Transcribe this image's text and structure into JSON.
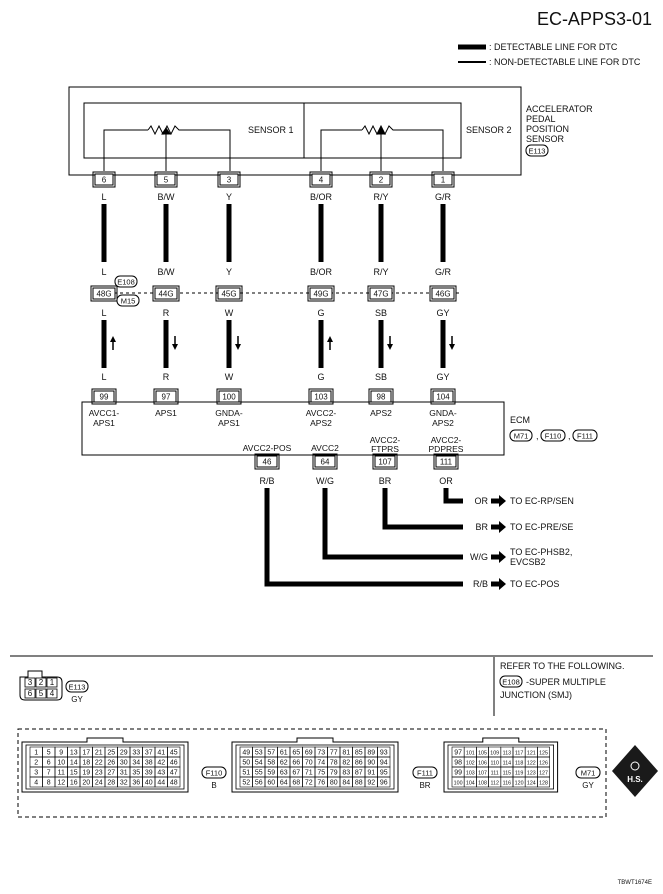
{
  "header": {
    "title": "EC-APPS3-01"
  },
  "legend": {
    "detectable": ": DETECTABLE LINE FOR DTC",
    "non_detectable": ": NON-DETECTABLE LINE FOR DTC"
  },
  "sensor": {
    "label_lines": [
      "ACCELERATOR",
      "PEDAL",
      "POSITION",
      "SENSOR"
    ],
    "connector": "E113",
    "sensor1_label": "SENSOR 1",
    "sensor2_label": "SENSOR 2"
  },
  "columns": [
    {
      "sensor_pin": "6",
      "wire_top": "L",
      "wire_mid": "L",
      "junction_pin": "48G",
      "wire_low": "L",
      "arrow": "up",
      "wire_ecm": "L",
      "ecm_pin": "99",
      "ecm_label": [
        "AVCC1-",
        "APS1"
      ]
    },
    {
      "sensor_pin": "5",
      "wire_top": "B/W",
      "wire_mid": "B/W",
      "junction_pin": "44G",
      "wire_low": "R",
      "arrow": "down",
      "wire_ecm": "R",
      "ecm_pin": "97",
      "ecm_label": [
        "APS1"
      ]
    },
    {
      "sensor_pin": "3",
      "wire_top": "Y",
      "wire_mid": "Y",
      "junction_pin": "45G",
      "wire_low": "W",
      "arrow": "down",
      "wire_ecm": "W",
      "ecm_pin": "100",
      "ecm_label": [
        "GNDA-",
        "APS1"
      ]
    },
    {
      "sensor_pin": "4",
      "wire_top": "B/OR",
      "wire_mid": "B/OR",
      "junction_pin": "49G",
      "wire_low": "G",
      "arrow": "up",
      "wire_ecm": "G",
      "ecm_pin": "103",
      "ecm_label": [
        "AVCC2-",
        "APS2"
      ]
    },
    {
      "sensor_pin": "2",
      "wire_top": "R/Y",
      "wire_mid": "R/Y",
      "junction_pin": "47G",
      "wire_low": "SB",
      "arrow": "down",
      "wire_ecm": "SB",
      "ecm_pin": "98",
      "ecm_label": [
        "APS2"
      ]
    },
    {
      "sensor_pin": "1",
      "wire_top": "G/R",
      "wire_mid": "G/R",
      "junction_pin": "46G",
      "wire_low": "GY",
      "arrow": "down",
      "wire_ecm": "GY",
      "ecm_pin": "104",
      "ecm_label": [
        "GNDA-",
        "APS2"
      ]
    }
  ],
  "junction": {
    "connector_a": "E108",
    "connector_b": "M15"
  },
  "ecm": {
    "label": "ECM",
    "connectors": [
      "M71",
      "F110",
      "F111"
    ],
    "lower_pins": [
      {
        "label": [
          "AVCC2-POS"
        ],
        "pin": "46",
        "wire": "R/B",
        "dest_wire": "R/B",
        "dest": [
          "TO EC-POS"
        ]
      },
      {
        "label": [
          "AVCC2"
        ],
        "pin": "64",
        "wire": "W/G",
        "dest_wire": "W/G",
        "dest": [
          "TO EC-PHSB2,",
          "EVCSB2"
        ]
      },
      {
        "label": [
          "AVCC2-",
          "FTPRS"
        ],
        "pin": "107",
        "wire": "BR",
        "dest_wire": "BR",
        "dest": [
          "TO EC-PRE/SE"
        ]
      },
      {
        "label": [
          "AVCC2-",
          "PDPRES"
        ],
        "pin": "111",
        "wire": "OR",
        "dest_wire": "OR",
        "dest": [
          "TO EC-RP/SEN"
        ]
      }
    ]
  },
  "connector_key": {
    "e113": {
      "pins": [
        [
          "3",
          "2",
          "1"
        ],
        [
          "6",
          "5",
          "4"
        ]
      ],
      "label": "E113",
      "color": "GY"
    },
    "refer_text": "REFER TO THE FOLLOWING.",
    "refer_connector": "E108",
    "refer_desc": [
      "-SUPER MULTIPLE",
      "JUNCTION (SMJ)"
    ]
  },
  "connector_blocks": [
    {
      "label": "F110",
      "color": "B",
      "rows": [
        [
          "1",
          "5",
          "9",
          "13",
          "17",
          "21",
          "25",
          "29",
          "33",
          "37",
          "41",
          "45"
        ],
        [
          "2",
          "6",
          "10",
          "14",
          "18",
          "22",
          "26",
          "30",
          "34",
          "38",
          "42",
          "46"
        ],
        [
          "3",
          "7",
          "11",
          "15",
          "19",
          "23",
          "27",
          "31",
          "35",
          "39",
          "43",
          "47"
        ],
        [
          "4",
          "8",
          "12",
          "16",
          "20",
          "24",
          "28",
          "32",
          "36",
          "40",
          "44",
          "48"
        ]
      ]
    },
    {
      "label": "F111",
      "color": "BR",
      "rows": [
        [
          "49",
          "53",
          "57",
          "61",
          "65",
          "69",
          "73",
          "77",
          "81",
          "85",
          "89",
          "93"
        ],
        [
          "50",
          "54",
          "58",
          "62",
          "66",
          "70",
          "74",
          "78",
          "82",
          "86",
          "90",
          "94"
        ],
        [
          "51",
          "55",
          "59",
          "63",
          "67",
          "71",
          "75",
          "79",
          "83",
          "87",
          "91",
          "95"
        ],
        [
          "52",
          "56",
          "60",
          "64",
          "68",
          "72",
          "76",
          "80",
          "84",
          "88",
          "92",
          "96"
        ]
      ]
    },
    {
      "label": "M71",
      "color": "GY",
      "rows": [
        [
          "97",
          "101",
          "105",
          "109",
          "113",
          "117",
          "121",
          "125"
        ],
        [
          "98",
          "102",
          "106",
          "110",
          "114",
          "118",
          "122",
          "126"
        ],
        [
          "99",
          "103",
          "107",
          "111",
          "115",
          "119",
          "123",
          "127"
        ],
        [
          "100",
          "104",
          "108",
          "112",
          "116",
          "120",
          "124",
          "128"
        ]
      ]
    }
  ],
  "hs_badge": "H.S.",
  "figure_code": "TBWT1674E"
}
